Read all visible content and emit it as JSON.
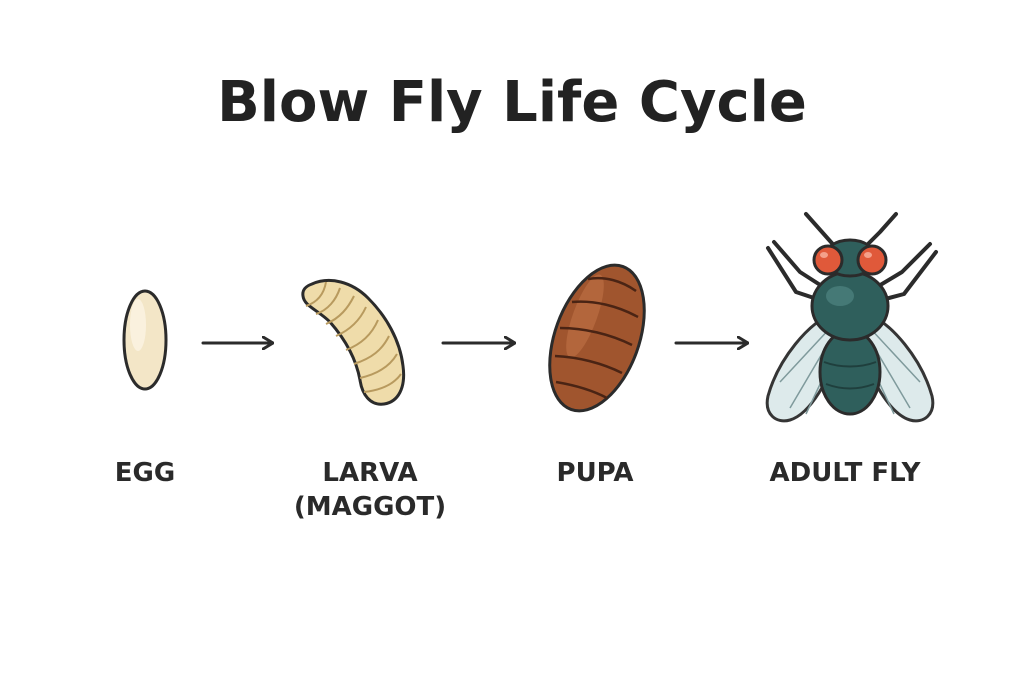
{
  "title": "Blow Fly Life Cycle",
  "stages": [
    {
      "id": "egg",
      "label_lines": [
        "EGG"
      ]
    },
    {
      "id": "larva",
      "label_lines": [
        "LARVA",
        "(MAGGOT)"
      ]
    },
    {
      "id": "pupa",
      "label_lines": [
        "PUPA"
      ]
    },
    {
      "id": "adult",
      "label_lines": [
        "ADULT FLY"
      ]
    }
  ],
  "colors": {
    "outline": "#2b2b2b",
    "egg_fill": "#f3e6c7",
    "larva_fill": "#efdcaa",
    "pupa_fill": "#a0552e",
    "fly_body": "#2f5f5c",
    "fly_eye": "#e0593a",
    "wing_fill": "#dce9ea"
  },
  "icons": [
    "egg-icon",
    "larva-icon",
    "pupa-icon",
    "adult-fly-icon",
    "arrow-right-icon"
  ]
}
